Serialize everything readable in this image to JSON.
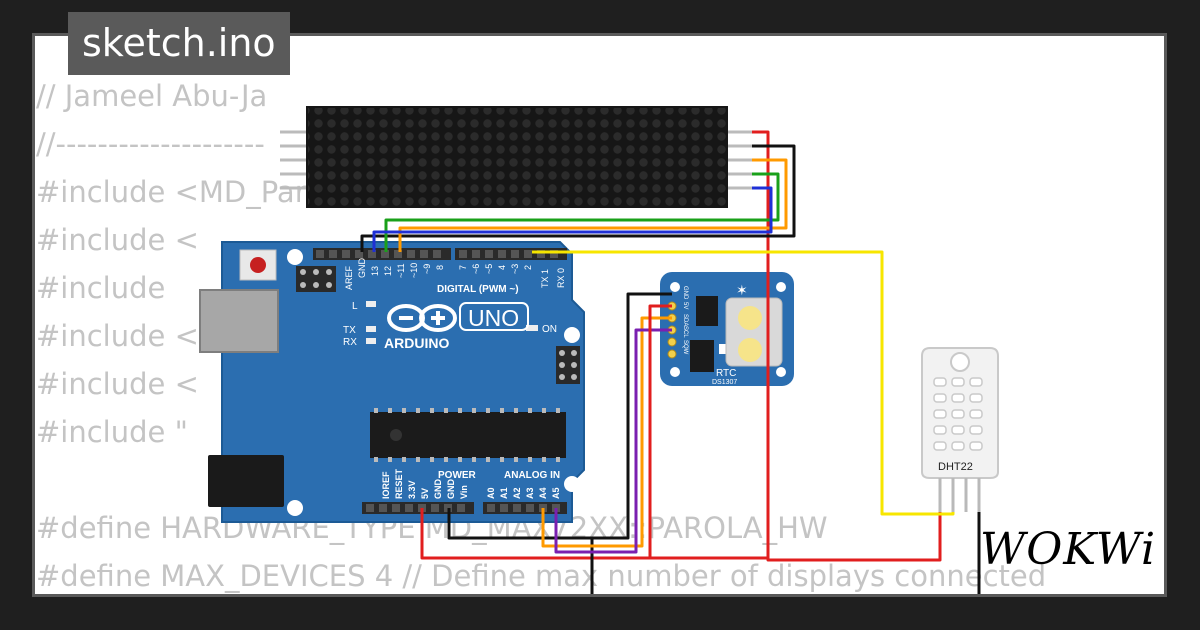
{
  "title": "sketch.ino",
  "code_lines": [
    "// Jameel Abu-Ja",
    "//--------------------",
    "#include <MD_Parola.h>",
    "#include <",
    "#include",
    "#include <",
    "#include <",
    "#include \"",
    "",
    "#define HARDWARE_TYPE MD_MAX72XX::PAROLA_HW",
    "#define MAX_DEVICES 4 // Define max number of displays connected"
  ],
  "arduino": {
    "brand": "ARDUINO",
    "model": "UNO",
    "digital_label": "DIGITAL (PWM ~)",
    "power_label": "POWER",
    "analog_label": "ANALOG IN",
    "on_label": "ON",
    "l_label": "L",
    "tx_label": "TX",
    "rx_label": "RX",
    "digital_pins": [
      "AREF",
      "GND",
      "13",
      "12",
      "~11",
      "~10",
      "~9",
      "8",
      "7",
      "~6",
      "~5",
      "4",
      "~3",
      "2",
      "TX 1",
      "RX 0"
    ],
    "power_pins": [
      "IOREF",
      "RESET",
      "3.3V",
      "5V",
      "GND",
      "GND",
      "Vin"
    ],
    "analog_pins": [
      "A0",
      "A1",
      "A2",
      "A3",
      "A4",
      "A5"
    ]
  },
  "rtc": {
    "label": "RTC",
    "chip": "DS1307",
    "pins": [
      "GND",
      "5V",
      "SDA",
      "SCL",
      "SQW"
    ]
  },
  "dht": {
    "label": "DHT22"
  },
  "brand_logo": "WOKWi",
  "colors": {
    "board": "#2b6eb0",
    "wire_red": "#e11e1e",
    "wire_black": "#111111",
    "wire_orange": "#ff9a00",
    "wire_green": "#1aa01a",
    "wire_blue": "#1e2fd6",
    "wire_yellow": "#f7e600",
    "wire_purple": "#7a1fb0"
  }
}
